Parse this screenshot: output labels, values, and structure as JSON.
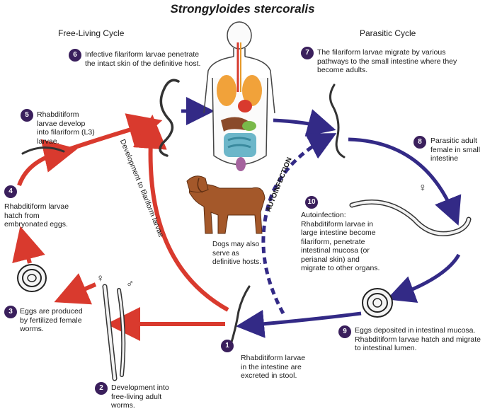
{
  "title": "Strongyloides stercoralis",
  "headers": {
    "free_living": "Free-Living Cycle",
    "parasitic": "Parasitic Cycle"
  },
  "steps": [
    {
      "n": "1",
      "text": "Rhabditiform larvae in the intestine are excreted in stool."
    },
    {
      "n": "2",
      "text": "Development into free-living adult worms."
    },
    {
      "n": "3",
      "text": "Eggs are produced by fertilized female worms."
    },
    {
      "n": "4",
      "text": "Rhabditiform larvae hatch from embryonated eggs."
    },
    {
      "n": "5",
      "text": "Rhabditiform larvae develop into filariform (L3) larvae."
    },
    {
      "n": "6",
      "text": "Infective filariform larvae penetrate the intact skin of the definitive host."
    },
    {
      "n": "7",
      "text": "The filariform larvae migrate by various pathways to the small intestine where they become adults."
    },
    {
      "n": "8",
      "text": "Parasitic adult female in small intestine"
    },
    {
      "n": "9",
      "text": "Eggs deposited in intestinal mucosa. Rhabditiform larvae hatch and migrate to intestinal lumen."
    },
    {
      "n": "10",
      "text": "Autoinfection: Rhabditiform larvae in large intestine become filariform, penetrate intestinal mucosa (or perianal skin) and migrate to other organs."
    }
  ],
  "dog_caption": "Dogs may also serve as definitive hosts.",
  "curve_label": "Development to filariform larvae",
  "autoinfection_label": "AUTOINFECTION",
  "symbols": {
    "female": "♀",
    "male": "♂"
  },
  "colors": {
    "red_arrow": "#d93a2e",
    "blue_arrow": "#332a86",
    "badge": "#3a1f5c"
  }
}
